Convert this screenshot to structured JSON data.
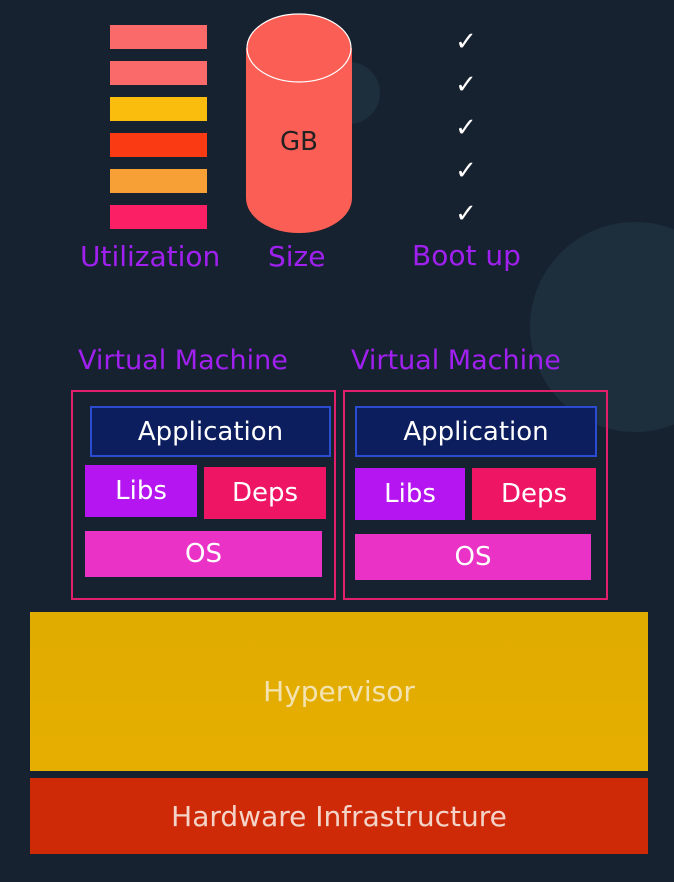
{
  "colors": {
    "background": "#172230",
    "caption_purple": "#a020f0",
    "vm_border": "#e0206a",
    "cylinder": "#fb5e55",
    "application": "#0c1e5e",
    "libs": "#b515f0",
    "deps": "#ee1565",
    "os": "#ea33c6",
    "hypervisor": "#e0ac00",
    "hardware": "#cf2a08"
  },
  "utilization": {
    "label": "Utilization",
    "bar_colors": [
      "#fa6a6a",
      "#fa6a6a",
      "#fbbd0d",
      "#fa3a12",
      "#f6a036",
      "#fb1f66"
    ]
  },
  "size": {
    "label": "Size",
    "unit": "GB"
  },
  "bootup": {
    "label": "Boot up",
    "check_glyph": "✓",
    "check_count": 5
  },
  "vms": [
    {
      "title": "Virtual Machine",
      "app": "Application",
      "libs": "Libs",
      "deps": "Deps",
      "os": "OS"
    },
    {
      "title": "Virtual Machine",
      "app": "Application",
      "libs": "Libs",
      "deps": "Deps",
      "os": "OS"
    }
  ],
  "hypervisor": {
    "label": "Hypervisor"
  },
  "hardware": {
    "label": "Hardware Infrastructure"
  }
}
